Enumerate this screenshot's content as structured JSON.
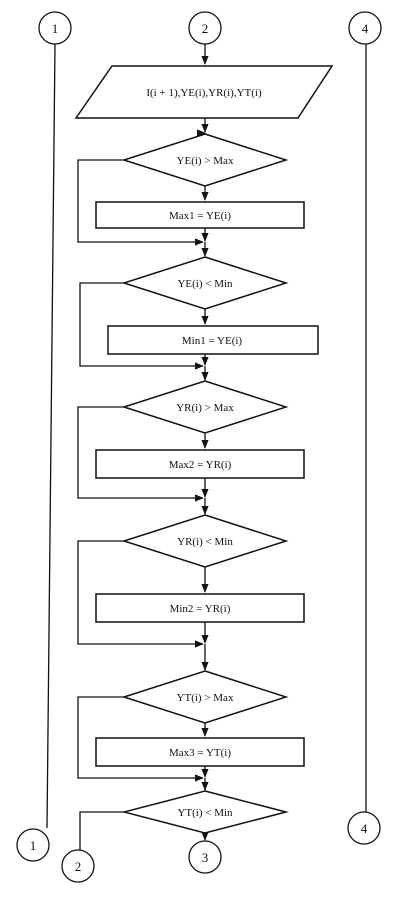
{
  "connectors": {
    "c1_top": "1",
    "c2_top": "2",
    "c4_top": "4",
    "c1_bottom": "1",
    "c2_bottom": "2",
    "c3_bottom": "3",
    "c4_bottom": "4"
  },
  "io": {
    "label": "I(i + 1),YE(i),YR(i),YT(i)"
  },
  "steps": [
    {
      "decision": "YE(i) > Max",
      "process": "Max1 = YE(i)"
    },
    {
      "decision": "YE(i) < Min",
      "process": "Min1 = YE(i)"
    },
    {
      "decision": "YR(i) > Max",
      "process": "Max2 = YR(i)"
    },
    {
      "decision": "YR(i) < Min",
      "process": "Min2 = YR(i)"
    },
    {
      "decision": "YT(i) > Max",
      "process": "Max3 = YT(i)"
    },
    {
      "decision": "YT(i) < Min"
    }
  ]
}
